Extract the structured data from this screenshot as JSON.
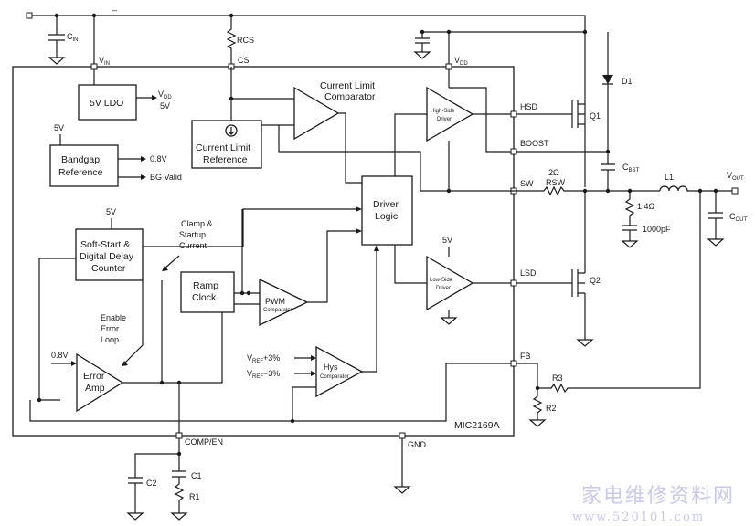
{
  "chip": {
    "name": "MIC2169A"
  },
  "pins": {
    "vin": "V",
    "vin_sub": "IN",
    "cs": "CS",
    "vdd": "V",
    "vdd_sub": "DD",
    "hsd": "HSD",
    "boost": "BOOST",
    "sw": "SW",
    "lsd": "LSD",
    "fb": "FB",
    "comp_en": "COMP/EN",
    "gnd": "GND"
  },
  "blocks": {
    "ldo": "5V LDO",
    "ldo_out": "V",
    "ldo_out_sub": "DD",
    "ldo_out_v": "5V",
    "bandgap_1": "Bandgap",
    "bandgap_2": "Reference",
    "bandgap_supply": "5V",
    "bandgap_out1": "0.8V",
    "bandgap_out2": "BG Valid",
    "cl_ref_1": "Current Limit",
    "cl_ref_2": "Reference",
    "cl_comp_1": "Current Limit",
    "cl_comp_2": "Comparator",
    "hs_driver_1": "High-Side",
    "hs_driver_2": "Driver",
    "ls_driver_1": "Low-Side",
    "ls_driver_2": "Driver",
    "ls_supply": "5V",
    "driver_logic_1": "Driver",
    "driver_logic_2": "Logic",
    "softstart_1": "Soft-Start &",
    "softstart_2": "Digital Delay",
    "softstart_3": "Counter",
    "softstart_supply": "5V",
    "clamp_1": "Clamp &",
    "clamp_2": "Startup",
    "clamp_3": "Current",
    "enable_1": "Enable",
    "enable_2": "Error",
    "enable_3": "Loop",
    "erramp_1": "Error",
    "erramp_2": "Amp",
    "erramp_ref": "0.8V",
    "ramp_1": "Ramp",
    "ramp_2": "Clock",
    "pwm_1": "PWM",
    "pwm_2": "Comparator",
    "hys_1": "Hys",
    "hys_2": "Comparator",
    "vref_p": "V",
    "vref_p_sub": "REF",
    "vref_p_val": "+3%",
    "vref_m": "V",
    "vref_m_sub": "REF",
    "vref_m_val": "−3%"
  },
  "external": {
    "top_minus": "–",
    "cin": "C",
    "cin_sub": "IN",
    "rcs": "RCS",
    "d1": "D1",
    "q1": "Q1",
    "q2": "Q2",
    "cbst": "C",
    "cbst_sub": "BST",
    "rsw_val": "2Ω",
    "rsw": "RSW",
    "l1": "L1",
    "vout": "V",
    "vout_sub": "OUT",
    "cout": "C",
    "cout_sub": "OUT",
    "snub_r": "1.4Ω",
    "snub_c": "1000pF",
    "r3": "R3",
    "r2": "R2",
    "c1": "C1",
    "c2": "C2",
    "r1": "R1"
  },
  "watermark": {
    "line1": "家电维修资料网",
    "line2": "www.520101.com"
  }
}
